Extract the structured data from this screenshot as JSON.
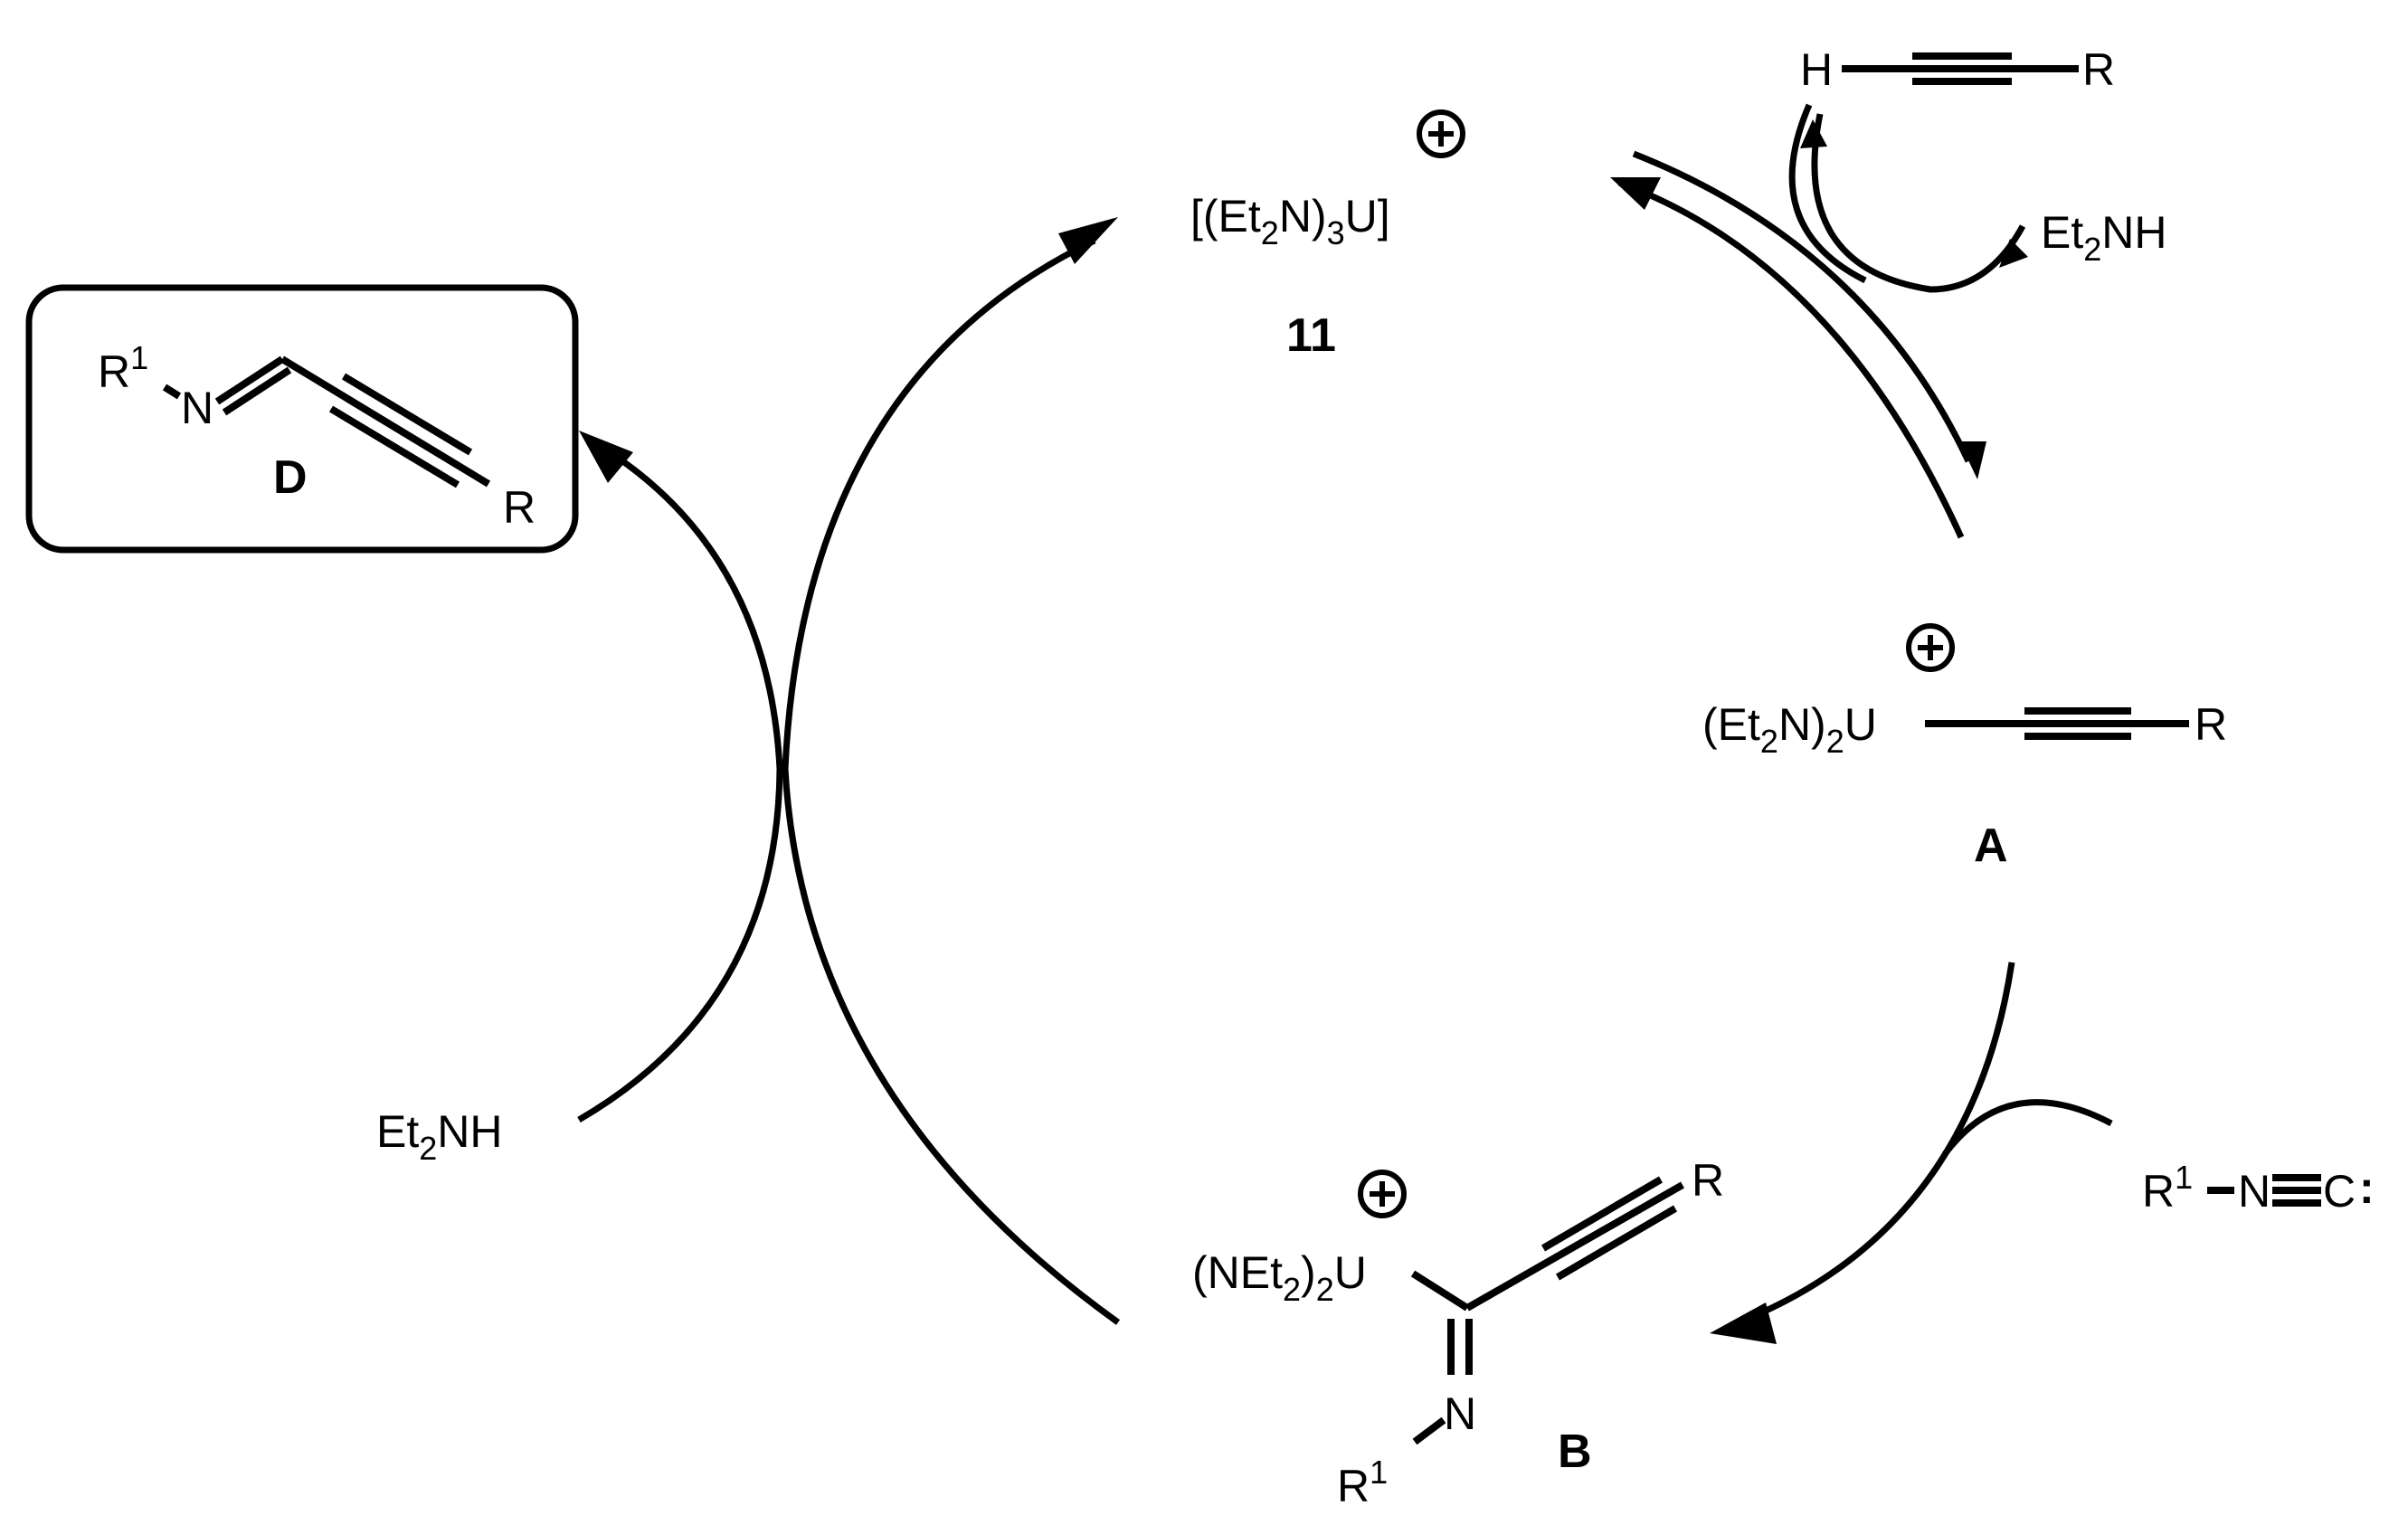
{
  "compounds": {
    "catalyst": {
      "id": "11",
      "formula": [
        "[(Et",
        "2",
        "N)",
        "3",
        "U]"
      ],
      "charge": "+"
    },
    "A": {
      "id": "A",
      "formula": [
        "(Et",
        "2",
        "N)",
        "2",
        "U"
      ],
      "substituent": "R",
      "charge": "+"
    },
    "B": {
      "id": "B",
      "formula": [
        "(NEt",
        "2",
        ")",
        "2",
        "U"
      ],
      "substituent": "R",
      "imine_n": "N",
      "r1": [
        "R",
        "1"
      ],
      "charge": "+"
    },
    "D": {
      "id": "D",
      "r1": [
        "R",
        "1"
      ],
      "imine_n": "N",
      "substituent": "R"
    }
  },
  "reagents": {
    "alkyne": {
      "h": "H",
      "r": "R"
    },
    "amine_out": [
      "Et",
      "2",
      "NH"
    ],
    "isocyanide": {
      "r1": [
        "R",
        "1"
      ],
      "n": "N",
      "c": "C",
      "lone_pair": ":"
    },
    "amine_in": [
      "Et",
      "2",
      "NH"
    ]
  }
}
